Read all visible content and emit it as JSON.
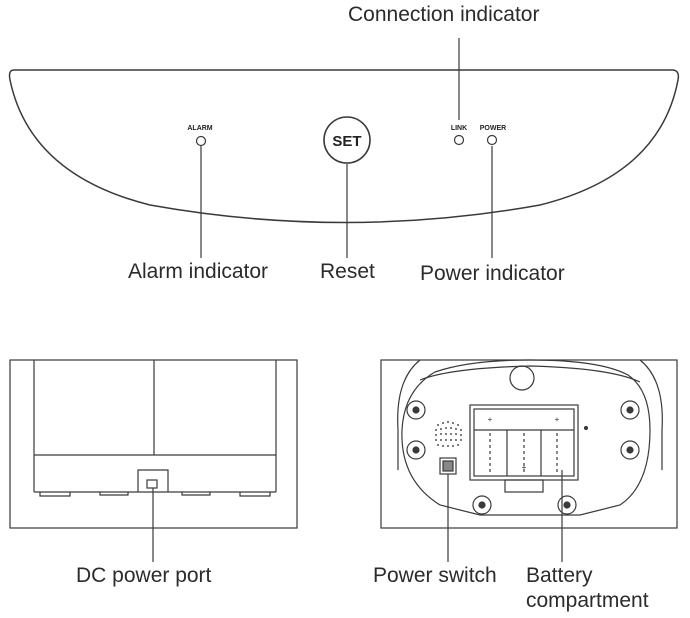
{
  "top_panel": {
    "alarm_led_label": "ALARM",
    "link_led_label": "LINK",
    "power_led_label": "POWER",
    "set_button_label": "SET"
  },
  "callouts": {
    "connection_indicator": "Connection indicator",
    "alarm_indicator": "Alarm indicator",
    "reset": "Reset",
    "power_indicator": "Power indicator",
    "dc_power_port": "DC power port",
    "power_switch": "Power switch",
    "battery_compartment_line1": "Battery",
    "battery_compartment_line2": "compartment"
  },
  "colors": {
    "line": "#3a3a3a",
    "text": "#2b2b2b",
    "background": "#ffffff"
  }
}
